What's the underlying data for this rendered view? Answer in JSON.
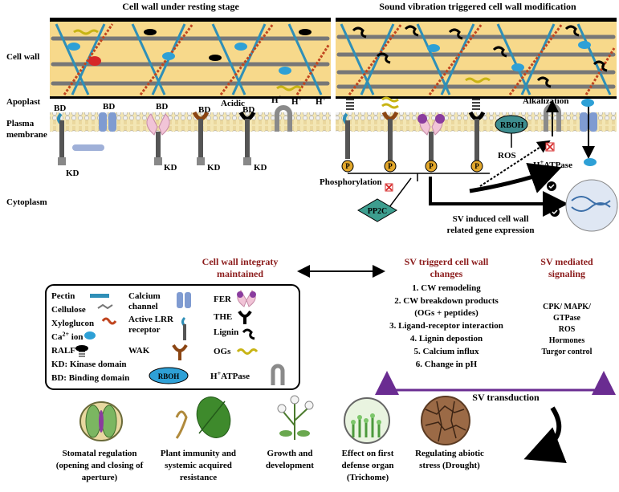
{
  "panels": {
    "left_title": "Cell wall under resting stage",
    "right_title": "Sound vibration triggered cell wall modification"
  },
  "side_labels": {
    "cell_wall": "Cell wall",
    "apoplast": "Apoplast",
    "plasma": "Plasma",
    "membrane": "membrane",
    "cytoplasm": "Cytoplasm"
  },
  "upper_labels": {
    "bd": "BD",
    "kd": "KD",
    "acidic": "Acidic",
    "h_plus": "H",
    "plus": "+",
    "alkalization": "Alkalization",
    "rboh": "RBOH",
    "ros": "ROS",
    "h_atpase": "H",
    "atpase_suffix": "ATPase",
    "phosphorylation": "Phosphorylation",
    "p": "P",
    "pp2c": "PP2C",
    "sv_induced_1": "SV induced cell wall",
    "sv_induced_2": "related gene expression"
  },
  "section_headers": {
    "integrity_1": "Cell wall integraty",
    "integrity_2": "maintained",
    "changes_1": "SV triggerd cell wall",
    "changes_2": "changes",
    "signaling_1": "SV mediated",
    "signaling_2": "signaling"
  },
  "legend": {
    "pectin": "Pectin",
    "cellulose": "Cellulose",
    "xyloglucon": "Xyloglucon",
    "ca_ion": "Ca",
    "ca_sup": "2+",
    "ion": " ion",
    "ralf": "RALF",
    "kd_def": "KD: Kinase domain",
    "bd_def": "BD: Binding domain",
    "calcium_1": "Calcium",
    "calcium_2": "channel",
    "active_lrr_1": "Active LRR",
    "active_lrr_2": "receptor",
    "wak": "WAK",
    "rboh": "RBOH",
    "fer": "FER",
    "the": "THE",
    "lignin": "Lignin",
    "ogs": "OGs",
    "h_atpase_h": "H",
    "h_atpase_rest": "ATPase"
  },
  "changes_list": [
    "1. CW remodeling",
    "2. CW breakdown products",
    "(OGs + peptides)",
    "3. Ligand-receptor interaction",
    "4. Lignin depostion",
    "5. Calcium influx",
    "6. Change in pH"
  ],
  "signaling_list": [
    "CPK/ MAPK/",
    "GTPase",
    "ROS",
    "Hormones",
    "Turgor control"
  ],
  "transduction": "SV transduction",
  "outcomes": [
    {
      "line1": "Stomatal regulation",
      "line2": "(opening and closing of",
      "line3": "aperture)"
    },
    {
      "line1": "Plant immunity and",
      "line2": "systemic acquired",
      "line3": "resistance"
    },
    {
      "line1": "Growth and",
      "line2": "development",
      "line3": ""
    },
    {
      "line1": "Effect on first",
      "line2": "defense organ",
      "line3": "(Trichome)"
    },
    {
      "line1": "Regulating abiotic",
      "line2": "stress (Drought)",
      "line3": ""
    }
  ],
  "colors": {
    "cell_wall_fill": "#f7d98b",
    "membrane_fill": "#f3e6b4",
    "pectin": "#2f8fb7",
    "cellulose": "#777777",
    "xyloglucan": "#c0451f",
    "receptor_blue": "#7f9bd1",
    "fer_pink": "#f1c4d7",
    "wak_brown": "#8b4513",
    "lignin": "#000000",
    "ogs": "#c8b414",
    "rboh": "#3d8d8f",
    "pp2c": "#3d9e8f",
    "purple_arrow": "#6a2c91",
    "header_red": "#8b1a1a"
  }
}
